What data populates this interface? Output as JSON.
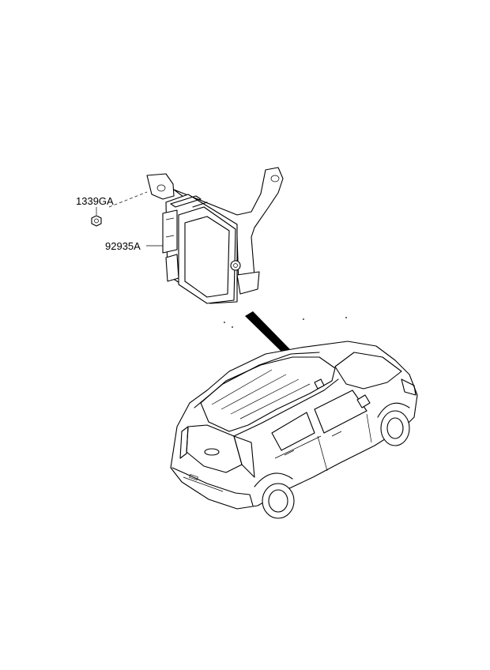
{
  "parts": [
    {
      "part_number": "1339GA",
      "component": "nut"
    },
    {
      "part_number": "92935A",
      "component": "control-module-with-bracket"
    }
  ],
  "icons": [
    "hex-nut-icon",
    "control-module-icon",
    "vehicle-icon",
    "location-arrow-icon"
  ]
}
